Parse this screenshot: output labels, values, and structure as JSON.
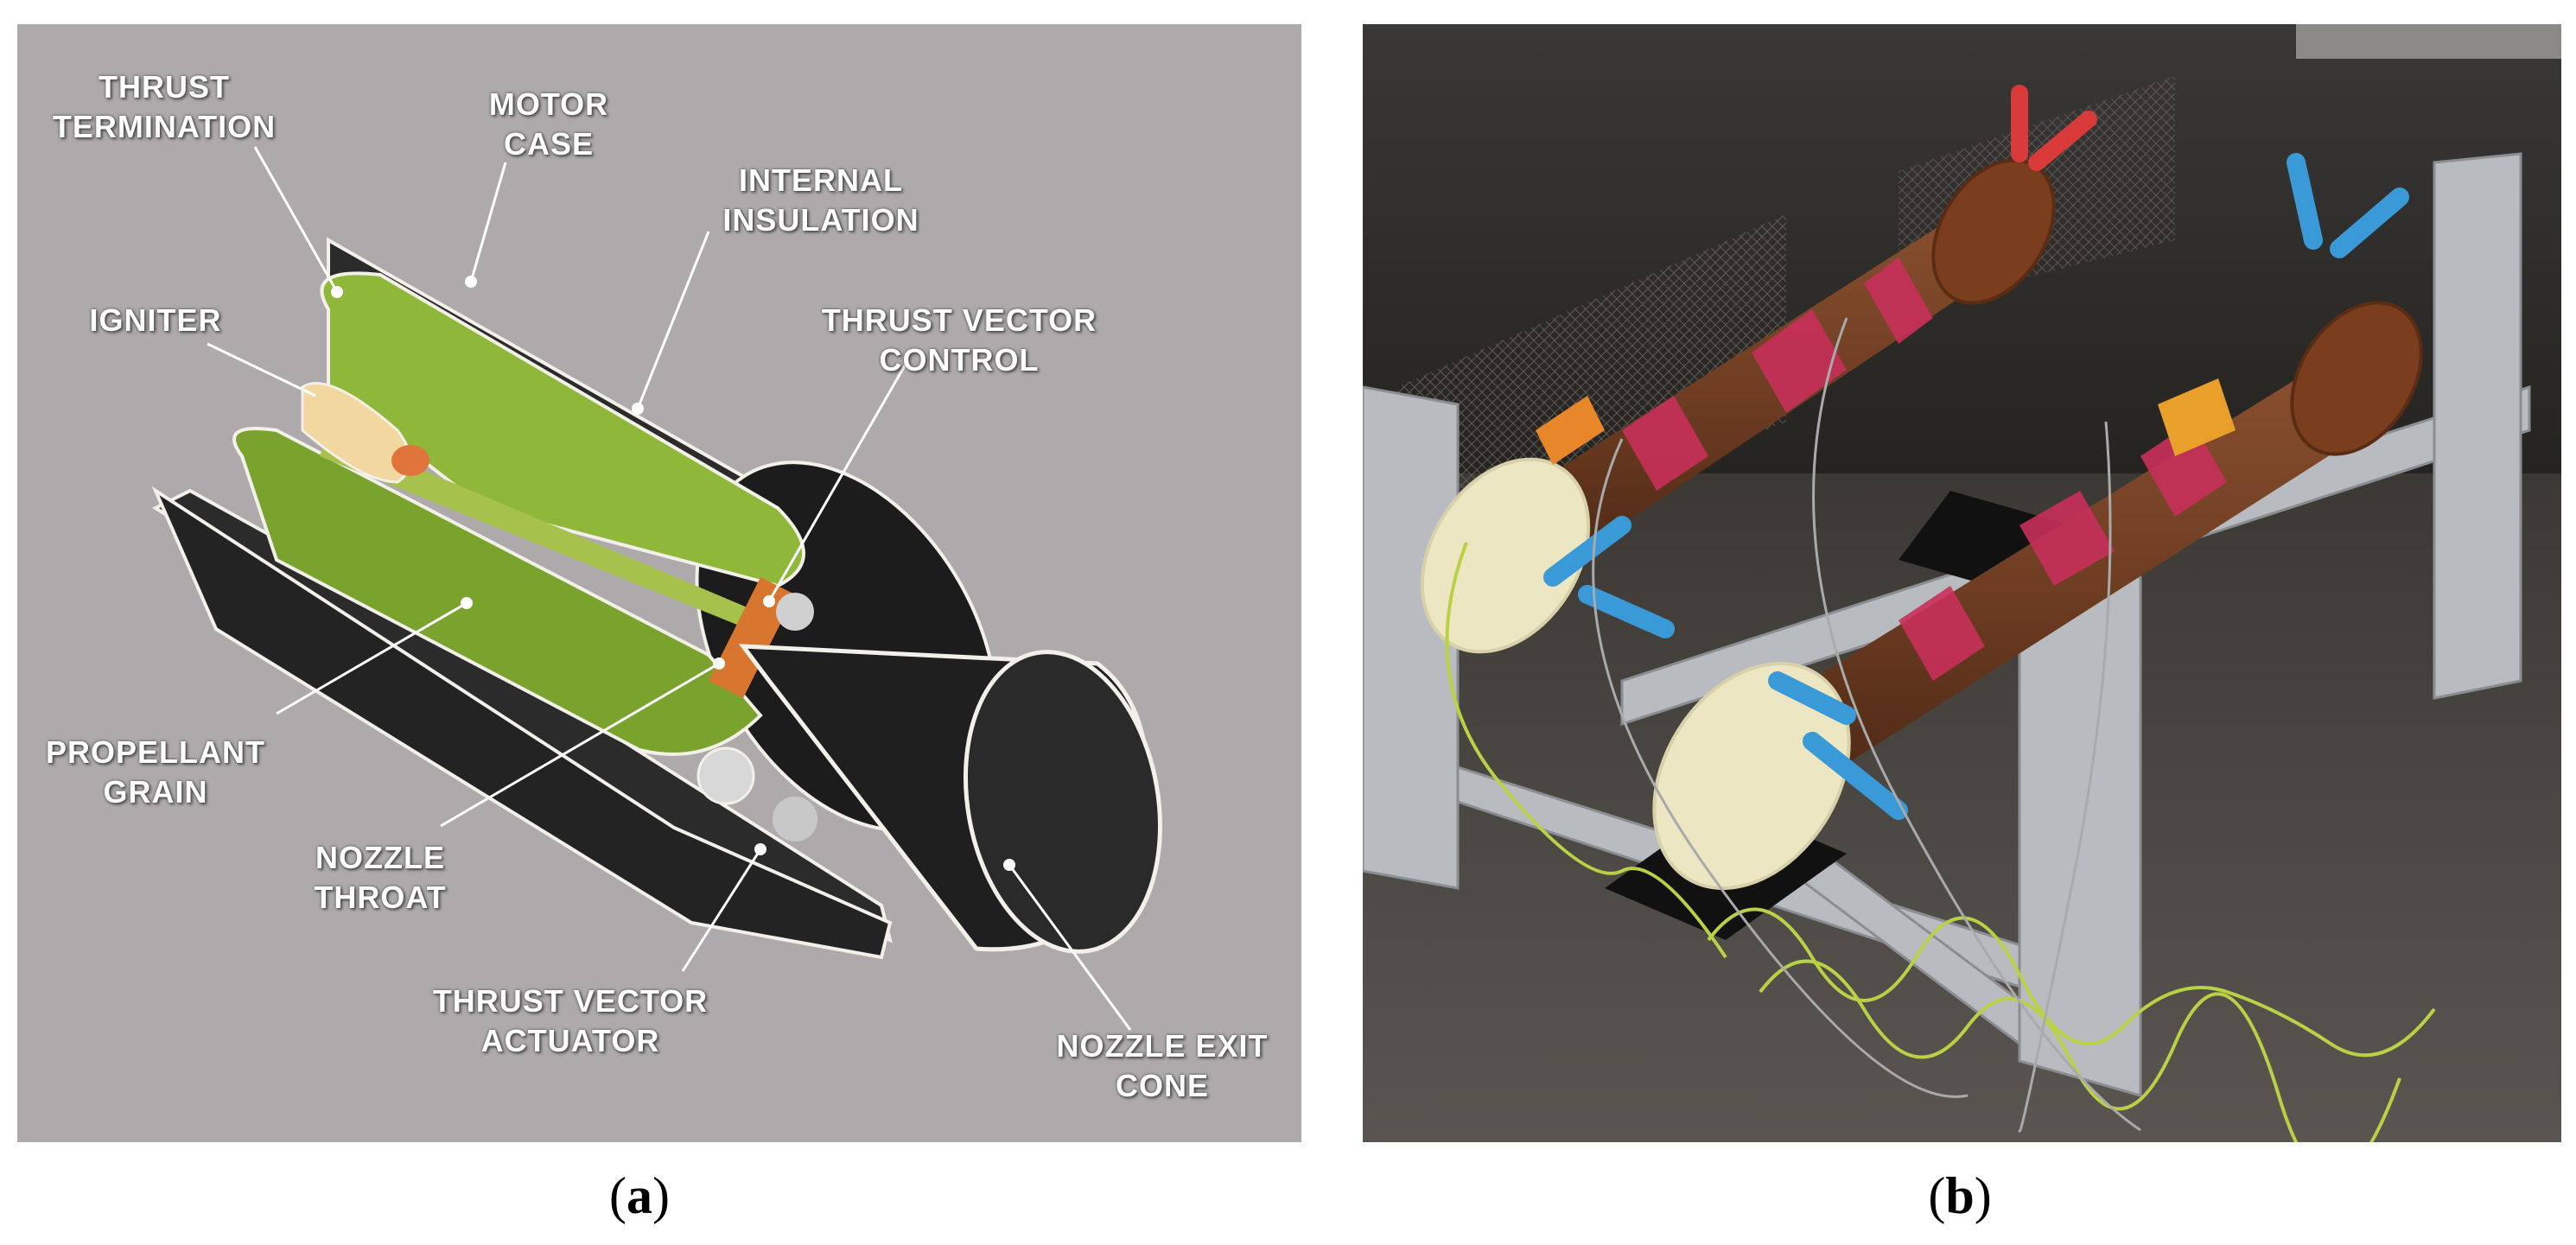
{
  "panel_a": {
    "labels": {
      "thrust_termination": [
        "THRUST",
        "TERMINATION"
      ],
      "motor_case": [
        "MOTOR",
        "CASE"
      ],
      "internal_insulation": [
        "INTERNAL",
        "INSULATION"
      ],
      "igniter": [
        "IGNITER"
      ],
      "thrust_vector_control": [
        "THRUST VECTOR",
        "CONTROL"
      ],
      "propellant_grain": [
        "PROPELLANT",
        "GRAIN"
      ],
      "nozzle_throat": [
        "NOZZLE",
        "THROAT"
      ],
      "thrust_vector_actuator": [
        "THRUST VECTOR",
        "ACTUATOR"
      ],
      "nozzle_exit_cone": [
        "NOZZLE EXIT",
        "CONE"
      ]
    },
    "colors": {
      "background": "#aeaaac",
      "casing": "#2b2b2b",
      "propellant": "#8fb83a",
      "liner": "#d8762f"
    }
  },
  "panel_b": {
    "colors": {
      "floor": "#4a4642",
      "motor_body": "#6e3d22",
      "end_cap": "#ece6c2",
      "tape": "#c8305a",
      "clamp_blue": "#3a9ad8",
      "clamp_red": "#d83a3a",
      "wire_green": "#b9d245",
      "rack": "#b8bcc0"
    }
  },
  "captions": {
    "a": "a",
    "b": "b"
  }
}
